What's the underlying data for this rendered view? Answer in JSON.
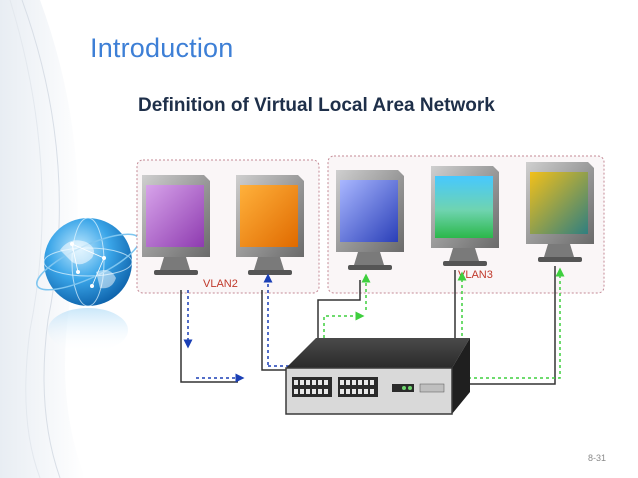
{
  "slide": {
    "title": "Introduction",
    "subtitle": "Definition of Virtual Local Area Network",
    "page_number": "8-31"
  },
  "diagram": {
    "groups": [
      {
        "label": "VLAN2"
      },
      {
        "label": "VLAN3"
      }
    ],
    "monitors": [
      {
        "screen_colors": [
          "#d7a3ea",
          "#8e3bb0"
        ]
      },
      {
        "screen_colors": [
          "#ffb13b",
          "#e06a00"
        ]
      },
      {
        "screen_colors": [
          "#a9b7ff",
          "#2a3fb8"
        ]
      },
      {
        "screen_colors": [
          "#46c8ff",
          "#2bb84a"
        ]
      },
      {
        "screen_colors": [
          "#f2c01a",
          "#2f7f80"
        ]
      }
    ],
    "colors": {
      "vlan2_link": "#1a3fb5",
      "vlan3_link": "#3ecf3e",
      "trunk_link": "#333333",
      "group_border": "#c48a96",
      "title": "#3d7fd6",
      "subtitle": "#1e2f49"
    },
    "icons": [
      "globe-icon",
      "monitor-icon",
      "network-switch-icon"
    ]
  }
}
